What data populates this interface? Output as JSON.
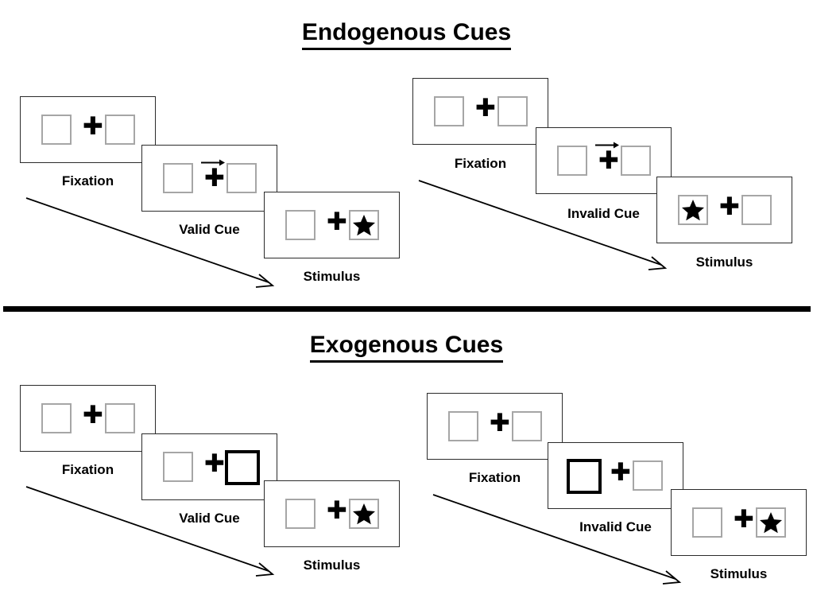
{
  "figure": {
    "background_color": "#ffffff",
    "line_color": "#2b2b2b",
    "slot_border_color": "#a6a6a6",
    "cued_border_color": "#000000",
    "accent_color": "#000000"
  },
  "sections": [
    {
      "id": "endogenous",
      "title": "Endogenous Cues",
      "conditions": [
        {
          "id": "endogenous-valid",
          "cue_label": "Valid Cue",
          "cue_type": "central-arrow",
          "cue_direction": "right",
          "target_side": "right",
          "panels": [
            {
              "id": "fixation",
              "label": "Fixation"
            },
            {
              "id": "cue",
              "label": "Valid Cue"
            },
            {
              "id": "stimulus",
              "label": "Stimulus"
            }
          ]
        },
        {
          "id": "endogenous-invalid",
          "cue_label": "Invalid Cue",
          "cue_type": "central-arrow",
          "cue_direction": "right",
          "target_side": "left",
          "panels": [
            {
              "id": "fixation",
              "label": "Fixation"
            },
            {
              "id": "cue",
              "label": "Invalid Cue"
            },
            {
              "id": "stimulus",
              "label": "Stimulus"
            }
          ]
        }
      ]
    },
    {
      "id": "exogenous",
      "title": "Exogenous Cues",
      "conditions": [
        {
          "id": "exogenous-valid",
          "cue_label": "Valid Cue",
          "cue_type": "peripheral-box-flash",
          "cue_direction": "right",
          "target_side": "right",
          "panels": [
            {
              "id": "fixation",
              "label": "Fixation"
            },
            {
              "id": "cue",
              "label": "Valid Cue"
            },
            {
              "id": "stimulus",
              "label": "Stimulus"
            }
          ]
        },
        {
          "id": "exogenous-invalid",
          "cue_label": "Invalid Cue",
          "cue_type": "peripheral-box-flash",
          "cue_direction": "left",
          "target_side": "right",
          "panels": [
            {
              "id": "fixation",
              "label": "Fixation"
            },
            {
              "id": "cue",
              "label": "Invalid Cue"
            },
            {
              "id": "stimulus",
              "label": "Stimulus"
            }
          ]
        }
      ]
    }
  ],
  "labels": {
    "endogenous_title": "Endogenous Cues",
    "exogenous_title": "Exogenous Cues",
    "fixation": "Fixation",
    "valid_cue": "Valid Cue",
    "invalid_cue": "Invalid Cue",
    "stimulus": "Stimulus"
  },
  "icons": {
    "fixation_cross": "fixation-cross-icon",
    "target_star": "star-target-icon",
    "cue_arrow": "arrow-right-cue-icon",
    "time_arrow": "time-flow-arrow-icon"
  }
}
